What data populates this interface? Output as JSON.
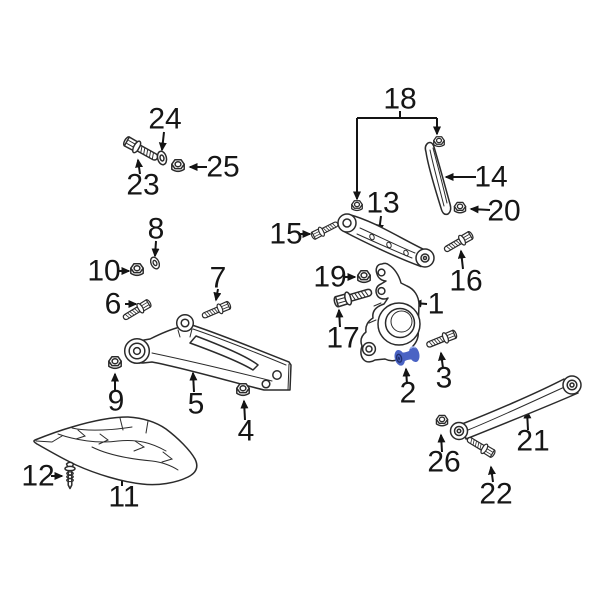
{
  "diagram": {
    "background_color": "#ffffff",
    "line_color": "#2b2b2b",
    "highlight_color": "#4a63c4",
    "highlight_outline": "#1a2a72",
    "highlight_dark": "#203070",
    "highlight_sheen": "#9db0ea",
    "selected_part_number": "2",
    "labels": {
      "p1": "1",
      "p2": "2",
      "p3": "3",
      "p4": "4",
      "p5": "5",
      "p6": "6",
      "p7": "7",
      "p8": "8",
      "p9": "9",
      "p10": "10",
      "p11": "11",
      "p12": "12",
      "p13": "13",
      "p14": "14",
      "p15": "15",
      "p16": "16",
      "p17": "17",
      "p18": "18",
      "p19": "19",
      "p20": "20",
      "p21": "21",
      "p22": "22",
      "p23": "23",
      "p24": "24",
      "p25": "25",
      "p26": "26"
    }
  }
}
